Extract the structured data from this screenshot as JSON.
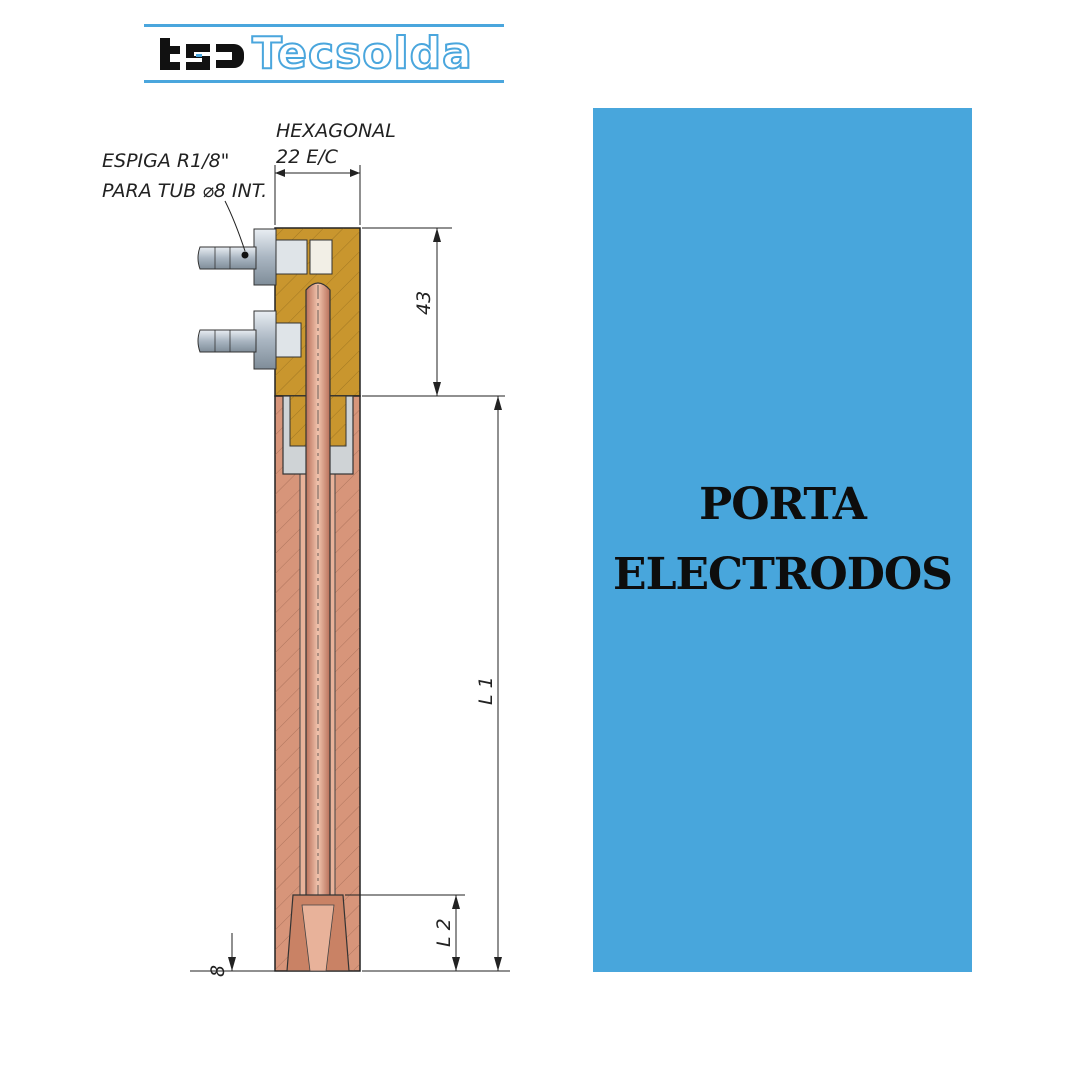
{
  "brand": {
    "name": "Tecsolda",
    "mark_letters": "tsd",
    "color": "#4aa6dd",
    "mark_color": "#111111"
  },
  "drawing": {
    "callouts": {
      "spigot_line1": "ESPIGA R1/8\"",
      "spigot_line2": "PARA TUB ⌀8 INT.",
      "hex_line1": "HEXAGONAL",
      "hex_line2": "22 E/C"
    },
    "dimensions": {
      "head_height": "43",
      "length_1": "L 1",
      "length_2": "L 2",
      "bottom_partial": "8"
    },
    "colors": {
      "brass": "#c9962e",
      "copper": "#d7957a",
      "copper_dark": "#b9705a",
      "fitting": "#b8c3cf"
    }
  },
  "panel": {
    "title_line1": "PORTA",
    "title_line2": "ELECTRODOS",
    "background": "#48a6dc"
  }
}
